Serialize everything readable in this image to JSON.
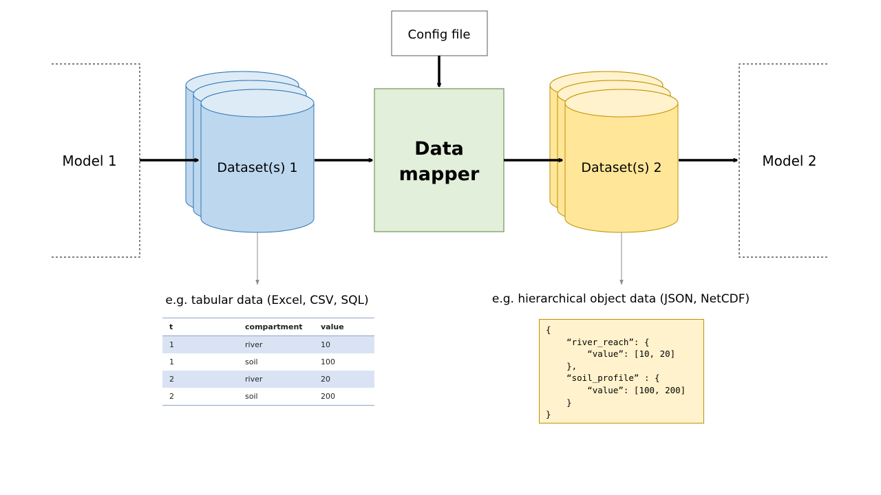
{
  "model_left": {
    "label": "Model 1"
  },
  "model_right": {
    "label": "Model 2"
  },
  "dataset_left": {
    "label": "Dataset(s) 1",
    "fill": "#bdd7ee",
    "fill_light": "#ddebf7",
    "stroke": "#2e75b6"
  },
  "dataset_right": {
    "label": "Dataset(s) 2",
    "fill": "#ffe699",
    "fill_light": "#fff2cc",
    "stroke": "#bf9000"
  },
  "mapper": {
    "line1": "Data",
    "line2": "mapper",
    "fill": "#e2efda",
    "stroke": "#548235"
  },
  "config": {
    "label": "Config file"
  },
  "caption_left": "e.g. tabular data (Excel, CSV, SQL)",
  "caption_right": "e.g. hierarchical object data (JSON, NetCDF)",
  "table": {
    "headers": [
      "t",
      "compartment",
      "value"
    ],
    "rows": [
      [
        "1",
        "river",
        "10"
      ],
      [
        "1",
        "soil",
        "100"
      ],
      [
        "2",
        "river",
        "20"
      ],
      [
        "2",
        "soil",
        "200"
      ]
    ]
  },
  "json_example": "{\n    “river_reach”: {\n        “value”: [10, 20]\n    },\n    “soil_profile” : {\n        “value”: [100, 200]\n    }\n}"
}
